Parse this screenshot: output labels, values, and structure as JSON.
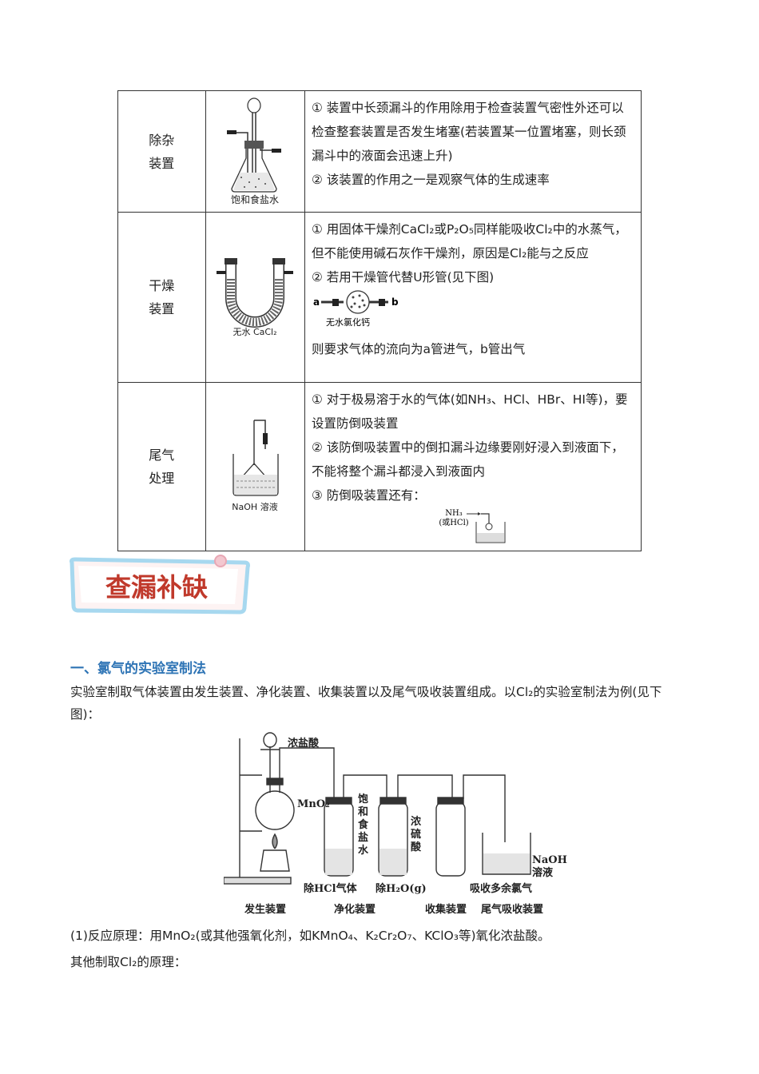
{
  "table": {
    "rows": [
      {
        "label_line1": "除杂",
        "label_line2": "装置",
        "figure_caption": "饱和食盐水",
        "notes": [
          "① 装置中长颈漏斗的作用除用于检查装置气密性外还可以检查整套装置是否发生堵塞(若装置某一位置堵塞，则长颈漏斗中的液面会迅速上升)",
          "② 该装置的作用之一是观察气体的生成速率"
        ]
      },
      {
        "label_line1": "干燥",
        "label_line2": "装置",
        "figure_caption": "无水 CaCl₂",
        "notes": [
          "① 用固体干燥剂CaCl₂或P₂O₅同样能吸收Cl₂中的水蒸气，但不能使用碱石灰作干燥剂，原因是Cl₂能与之反应",
          "② 若用干燥管代替U形管(见下图)",
          "则要求气体的流向为a管进气，b管出气"
        ],
        "tube_label_a": "a",
        "tube_label_b": "b",
        "tube_caption": "无水氯化钙"
      },
      {
        "label_line1": "尾气",
        "label_line2": "处理",
        "figure_caption": "NaOH 溶液",
        "notes": [
          "① 对于极易溶于水的气体(如NH₃、HCl、HBr、HI等)，要设置防倒吸装置",
          "② 该防倒吸装置中的倒扣漏斗边缘要刚好浸入到液面下，不能将整个漏斗都浸入到液面内",
          "③ 防倒吸装置还有："
        ],
        "mini_label1": "NH₃",
        "mini_label2": "(或HCl)"
      }
    ]
  },
  "banner": {
    "text": "查漏补缺",
    "color": "#c0392b"
  },
  "section": {
    "title": "一、氯气的实验室制法",
    "color": "#2e74b5"
  },
  "intro": "实验室制取气体装置由发生装置、净化装置、收集装置以及尾气吸收装置组成。以Cl₂的实验室制法为例(见下图)：",
  "apparatus": {
    "label_acid": "浓盐酸",
    "label_mno2": "MnO₂",
    "label_brine": [
      "饱",
      "和",
      "食",
      "盐",
      "水"
    ],
    "label_h2so4": [
      "浓",
      "硫",
      "酸"
    ],
    "label_naoh1": "NaOH",
    "label_naoh2": "溶液",
    "label_remove_hcl": "除HCl气体",
    "label_remove_h2o": "除H₂O(g)",
    "label_absorb": "吸收多余氯气",
    "cap_gen": "发生装置",
    "cap_purify": "净化装置",
    "cap_collect": "收集装置",
    "cap_tail": "尾气吸收装置"
  },
  "principle": "(1)反应原理：用MnO₂(或其他强氧化剂，如KMnO₄、K₂Cr₂O₇、KClO₃等)氧化浓盐酸。",
  "other": "其他制取Cl₂的原理："
}
